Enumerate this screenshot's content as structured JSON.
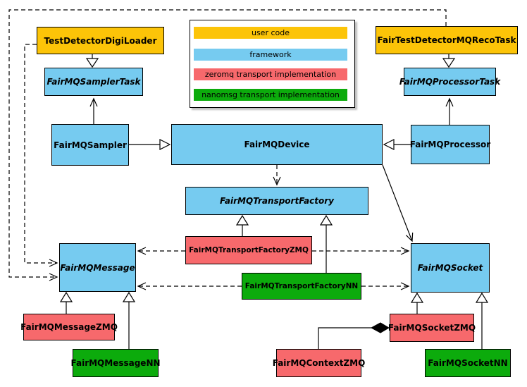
{
  "colors": {
    "user_code": "#FCC408",
    "framework": "#76CBF0",
    "zeromq": "#F7696C",
    "nanomsg": "#0CAB0C",
    "line": "#000000",
    "background": "#FFFFFF"
  },
  "legend": {
    "items": [
      {
        "label": "user code",
        "color_key": "user_code"
      },
      {
        "label": "framework",
        "color_key": "framework"
      },
      {
        "label": "zeromq transport implementation",
        "color_key": "zeromq"
      },
      {
        "label": "nanomsg transport implementation",
        "color_key": "nanomsg"
      }
    ]
  },
  "nodes": {
    "TestDetectorDigiLoader": {
      "label": "TestDetectorDigiLoader",
      "category": "user_code",
      "abstract": false
    },
    "FairTestDetectorMQRecoTask": {
      "label": "FairTestDetectorMQRecoTask",
      "category": "user_code",
      "abstract": false
    },
    "FairMQSamplerTask": {
      "label": "FairMQSamplerTask",
      "category": "framework",
      "abstract": true
    },
    "FairMQProcessorTask": {
      "label": "FairMQProcessorTask",
      "category": "framework",
      "abstract": true
    },
    "FairMQSampler": {
      "label": "FairMQSampler",
      "category": "framework",
      "abstract": false
    },
    "FairMQDevice": {
      "label": "FairMQDevice",
      "category": "framework",
      "abstract": false
    },
    "FairMQProcessor": {
      "label": "FairMQProcessor",
      "category": "framework",
      "abstract": false
    },
    "FairMQTransportFactory": {
      "label": "FairMQTransportFactory",
      "category": "framework",
      "abstract": true
    },
    "FairMQTransportFactoryZMQ": {
      "label": "FairMQTransportFactoryZMQ",
      "category": "zeromq",
      "abstract": false
    },
    "FairMQTransportFactoryNN": {
      "label": "FairMQTransportFactoryNN",
      "category": "nanomsg",
      "abstract": false
    },
    "FairMQMessage": {
      "label": "FairMQMessage",
      "category": "framework",
      "abstract": true
    },
    "FairMQSocket": {
      "label": "FairMQSocket",
      "category": "framework",
      "abstract": true
    },
    "FairMQMessageZMQ": {
      "label": "FairMQMessageZMQ",
      "category": "zeromq",
      "abstract": false
    },
    "FairMQMessageNN": {
      "label": "FairMQMessageNN",
      "category": "nanomsg",
      "abstract": false
    },
    "FairMQContextZMQ": {
      "label": "FairMQContextZMQ",
      "category": "zeromq",
      "abstract": false
    },
    "FairMQSocketZMQ": {
      "label": "FairMQSocketZMQ",
      "category": "zeromq",
      "abstract": false
    },
    "FairMQSocketNN": {
      "label": "FairMQSocketNN",
      "category": "nanomsg",
      "abstract": false
    }
  },
  "relationships": [
    {
      "from": "TestDetectorDigiLoader",
      "to": "FairMQSamplerTask",
      "type": "inheritance",
      "style": "solid hollow-triangle"
    },
    {
      "from": "FairTestDetectorMQRecoTask",
      "to": "FairMQProcessorTask",
      "type": "inheritance",
      "style": "solid hollow-triangle"
    },
    {
      "from": "FairMQSampler",
      "to": "FairMQDevice",
      "type": "inheritance",
      "style": "solid hollow-triangle"
    },
    {
      "from": "FairMQProcessor",
      "to": "FairMQDevice",
      "type": "inheritance",
      "style": "solid hollow-triangle"
    },
    {
      "from": "FairMQSampler",
      "to": "FairMQSamplerTask",
      "type": "association",
      "style": "solid open-arrow"
    },
    {
      "from": "FairMQProcessor",
      "to": "FairMQProcessorTask",
      "type": "association",
      "style": "solid open-arrow"
    },
    {
      "from": "FairMQDevice",
      "to": "FairMQTransportFactory",
      "type": "dependency",
      "style": "dashed open-arrow"
    },
    {
      "from": "FairMQDevice",
      "to": "FairMQSocket",
      "type": "association",
      "style": "solid open-arrow"
    },
    {
      "from": "TestDetectorDigiLoader",
      "to": "FairMQMessage",
      "type": "dependency",
      "style": "dashed open-arrow"
    },
    {
      "from": "FairTestDetectorMQRecoTask",
      "to": "FairMQMessage",
      "type": "dependency",
      "style": "dashed open-arrow"
    },
    {
      "from": "FairMQTransportFactoryZMQ",
      "to": "FairMQTransportFactory",
      "type": "inheritance",
      "style": "solid hollow-triangle"
    },
    {
      "from": "FairMQTransportFactoryNN",
      "to": "FairMQTransportFactory",
      "type": "inheritance",
      "style": "solid hollow-triangle"
    },
    {
      "from": "FairMQTransportFactoryZMQ",
      "to": "FairMQMessage",
      "type": "dependency",
      "style": "dashed open-arrow"
    },
    {
      "from": "FairMQTransportFactoryZMQ",
      "to": "FairMQSocket",
      "type": "dependency",
      "style": "dashed open-arrow"
    },
    {
      "from": "FairMQTransportFactoryNN",
      "to": "FairMQMessage",
      "type": "dependency",
      "style": "dashed open-arrow"
    },
    {
      "from": "FairMQTransportFactoryNN",
      "to": "FairMQSocket",
      "type": "dependency",
      "style": "dashed open-arrow"
    },
    {
      "from": "FairMQMessageZMQ",
      "to": "FairMQMessage",
      "type": "inheritance",
      "style": "solid hollow-triangle"
    },
    {
      "from": "FairMQMessageNN",
      "to": "FairMQMessage",
      "type": "inheritance",
      "style": "solid hollow-triangle"
    },
    {
      "from": "FairMQSocketZMQ",
      "to": "FairMQSocket",
      "type": "inheritance",
      "style": "solid hollow-triangle"
    },
    {
      "from": "FairMQSocketNN",
      "to": "FairMQSocket",
      "type": "inheritance",
      "style": "solid hollow-triangle"
    },
    {
      "from": "FairMQContextZMQ",
      "to": "FairMQSocketZMQ",
      "type": "composition",
      "style": "solid filled-diamond"
    }
  ]
}
